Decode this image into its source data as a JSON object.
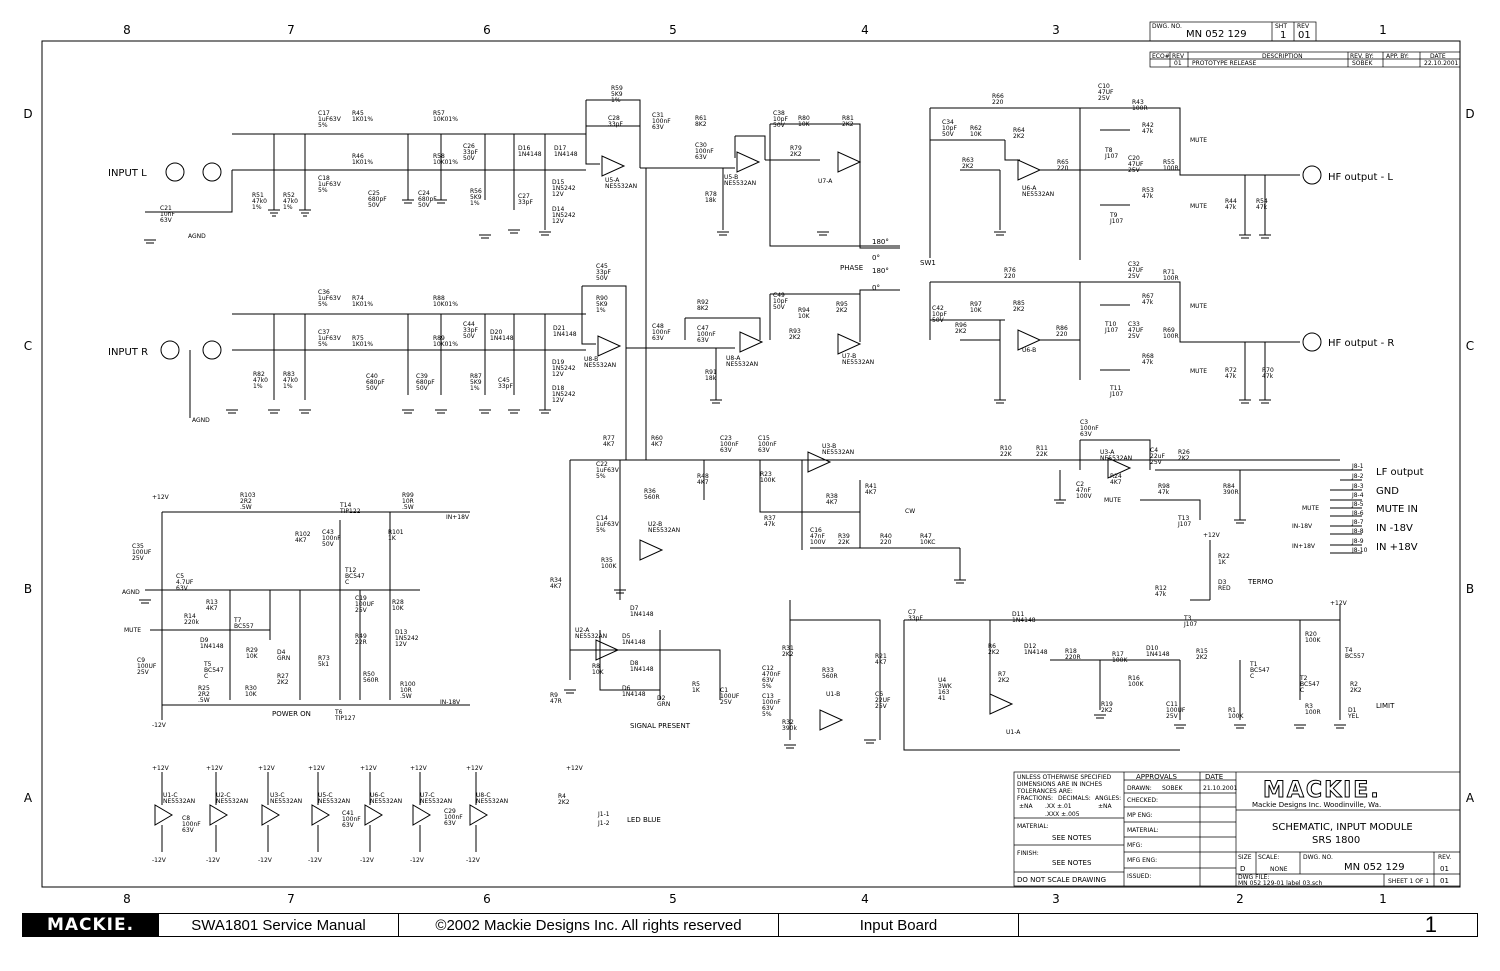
{
  "grid": {
    "columns": [
      "8",
      "7",
      "6",
      "5",
      "4",
      "3",
      "2",
      "1"
    ],
    "rows": [
      "D",
      "C",
      "B",
      "A"
    ]
  },
  "title_block_top": {
    "dwg_no_label": "DWG. NO.",
    "dwg_no": "MN 052 129",
    "sht_label": "SHT",
    "sht": "1",
    "rev_label": "REV",
    "rev": "01",
    "headers": [
      "ECO#",
      "REV",
      "DESCRIPTION",
      "REV. BY:",
      "APP. BY:",
      "DATE"
    ],
    "row": {
      "eco": "",
      "rev": "01",
      "description": "PROTOTYPE RELEASE",
      "rev_by": "SOBEK",
      "app_by": "",
      "date": "22.10.2001"
    }
  },
  "io_labels": {
    "input_l": "INPUT L",
    "input_r": "INPUT R",
    "hf_l": "HF output - L",
    "hf_r": "HF output - R",
    "lf": "LF output",
    "gnd": "GND",
    "mute_in": "MUTE IN",
    "in_m18": "IN -18V",
    "in_p18": "IN +18V",
    "phase": "PHASE",
    "sw1": "SW1",
    "termo": "TERMO",
    "limit": "LIMIT",
    "signal_present": "SIGNAL PRESENT",
    "power_on": "POWER ON",
    "led_blue": "LED BLUE",
    "agnd": "AGND",
    "mute": "MUTE",
    "cw": "CW",
    "p12": "+12V",
    "m12": "-12V",
    "in18": "IN+18V",
    "inm18": "IN-18V",
    "deg180": "180°",
    "deg0": "0°"
  },
  "connectors": {
    "j8": [
      "J8-1",
      "J8-2",
      "J8-3",
      "J8-4",
      "J8-5",
      "J8-6",
      "J8-7",
      "J8-8",
      "J8-9",
      "J8-10"
    ],
    "j1": [
      "J1-1",
      "J1-2"
    ],
    "j8_mute": "MUTE",
    "j8_m18": "IN-18V",
    "j8_p18": "IN+18V"
  },
  "components": [
    {
      "ref": "C17",
      "val": "1uF63V 5%"
    },
    {
      "ref": "R45",
      "val": "1K01%"
    },
    {
      "ref": "R57",
      "val": "10K01%"
    },
    {
      "ref": "C28",
      "val": "33pF"
    },
    {
      "ref": "R59",
      "val": "5K9 1%"
    },
    {
      "ref": "C31",
      "val": "100nF 63V"
    },
    {
      "ref": "R61",
      "val": "8K2"
    },
    {
      "ref": "C30",
      "val": "100nF 63V"
    },
    {
      "ref": "C38",
      "val": "10pF 50V"
    },
    {
      "ref": "R80",
      "val": "10K"
    },
    {
      "ref": "R81",
      "val": "2K2"
    },
    {
      "ref": "R79",
      "val": "2K2"
    },
    {
      "ref": "C18",
      "val": "1uF63V 5%"
    },
    {
      "ref": "R46",
      "val": "1K01%"
    },
    {
      "ref": "R58",
      "val": "10K01%"
    },
    {
      "ref": "C26",
      "val": "33pF 50V"
    },
    {
      "ref": "D16",
      "val": "1N4148"
    },
    {
      "ref": "D17",
      "val": "1N4148"
    },
    {
      "ref": "D15",
      "val": "1N5242 12V"
    },
    {
      "ref": "D14",
      "val": "1N5242 12V"
    },
    {
      "ref": "C27",
      "val": "33pF"
    },
    {
      "ref": "R56",
      "val": "5K9 1%"
    },
    {
      "ref": "C25",
      "val": "680pF 50V"
    },
    {
      "ref": "C24",
      "val": "680pF 50V"
    },
    {
      "ref": "R51",
      "val": "47k0 1%"
    },
    {
      "ref": "R52",
      "val": "47k0 1%"
    },
    {
      "ref": "C21",
      "val": "10nF 63V"
    },
    {
      "ref": "R78",
      "val": "18k"
    },
    {
      "ref": "U5-A",
      "val": "NE5532AN"
    },
    {
      "ref": "U5-B",
      "val": "NE5532AN"
    },
    {
      "ref": "U7-A",
      "val": ""
    },
    {
      "ref": "C36",
      "val": "1uF63V 5%"
    },
    {
      "ref": "R74",
      "val": "1K01%"
    },
    {
      "ref": "R88",
      "val": "10K01%"
    },
    {
      "ref": "C45",
      "val": "33pF 50V"
    },
    {
      "ref": "R90",
      "val": "5K9 1%"
    },
    {
      "ref": "C48",
      "val": "100nF 63V"
    },
    {
      "ref": "R92",
      "val": "8K2"
    },
    {
      "ref": "C47",
      "val": "100nF 63V"
    },
    {
      "ref": "C49",
      "val": "10pF 50V"
    },
    {
      "ref": "R94",
      "val": "10K"
    },
    {
      "ref": "R95",
      "val": "2K2"
    },
    {
      "ref": "R93",
      "val": "2K2"
    },
    {
      "ref": "C37",
      "val": "1uF63V 5%"
    },
    {
      "ref": "R75",
      "val": "1K01%"
    },
    {
      "ref": "R89",
      "val": "10K01%"
    },
    {
      "ref": "C44",
      "val": "33pF 50V"
    },
    {
      "ref": "D20",
      "val": "1N4148"
    },
    {
      "ref": "D21",
      "val": "1N4148"
    },
    {
      "ref": "D19",
      "val": "1N5242 12V"
    },
    {
      "ref": "D18",
      "val": "1N5242 12V"
    },
    {
      "ref": "C45b",
      "val": "33pF"
    },
    {
      "ref": "R87",
      "val": "5K9 1%"
    },
    {
      "ref": "C40",
      "val": "680pF 50V"
    },
    {
      "ref": "C39",
      "val": "680pF 50V"
    },
    {
      "ref": "R82",
      "val": "47k0 1%"
    },
    {
      "ref": "R83",
      "val": "47k0 1%"
    },
    {
      "ref": "R91",
      "val": "18k"
    },
    {
      "ref": "U8-B",
      "val": "NE5532AN"
    },
    {
      "ref": "U8-A",
      "val": "NE5532AN"
    },
    {
      "ref": "U7-B",
      "val": "NE5532AN"
    },
    {
      "ref": "R66",
      "val": "220"
    },
    {
      "ref": "C10",
      "val": "47UF 25V"
    },
    {
      "ref": "R43",
      "val": "100R"
    },
    {
      "ref": "C34",
      "val": "10pF 50V"
    },
    {
      "ref": "R62",
      "val": "10K"
    },
    {
      "ref": "R64",
      "val": "2K2"
    },
    {
      "ref": "R63",
      "val": "2K2"
    },
    {
      "ref": "R65",
      "val": "220"
    },
    {
      "ref": "U6-A",
      "val": "NE5532AN"
    },
    {
      "ref": "R42",
      "val": "47k"
    },
    {
      "ref": "T8",
      "val": "J107"
    },
    {
      "ref": "C20",
      "val": "47UF 25V"
    },
    {
      "ref": "R55",
      "val": "100R"
    },
    {
      "ref": "R53",
      "val": "47k"
    },
    {
      "ref": "T9",
      "val": "J107"
    },
    {
      "ref": "R44",
      "val": "47k"
    },
    {
      "ref": "R54",
      "val": "47k"
    },
    {
      "ref": "R76",
      "val": "220"
    },
    {
      "ref": "C32",
      "val": "47UF 25V"
    },
    {
      "ref": "R71",
      "val": "100R"
    },
    {
      "ref": "C42",
      "val": "10pF 50V"
    },
    {
      "ref": "R97",
      "val": "10K"
    },
    {
      "ref": "R85",
      "val": "2K2"
    },
    {
      "ref": "R96",
      "val": "2K2"
    },
    {
      "ref": "R86",
      "val": "220"
    },
    {
      "ref": "U6-B",
      "val": ""
    },
    {
      "ref": "R67",
      "val": "47k"
    },
    {
      "ref": "T10",
      "val": "J107"
    },
    {
      "ref": "C33",
      "val": "47UF 25V"
    },
    {
      "ref": "R69",
      "val": "100R"
    },
    {
      "ref": "R68",
      "val": "47k"
    },
    {
      "ref": "T11",
      "val": "J107"
    },
    {
      "ref": "R72",
      "val": "47k"
    },
    {
      "ref": "R70",
      "val": "47k"
    },
    {
      "ref": "R77",
      "val": "4K7"
    },
    {
      "ref": "R60",
      "val": "4K7"
    },
    {
      "ref": "C22",
      "val": "1uF63V 5%"
    },
    {
      "ref": "C23",
      "val": "100nF 63V"
    },
    {
      "ref": "C15",
      "val": "100nF 63V"
    },
    {
      "ref": "R48",
      "val": "4K7"
    },
    {
      "ref": "R23",
      "val": "100K"
    },
    {
      "ref": "U3-B",
      "val": "NE5532AN"
    },
    {
      "ref": "R41",
      "val": "4K7"
    },
    {
      "ref": "R36",
      "val": "560R"
    },
    {
      "ref": "C14",
      "val": "1uF63V 5%"
    },
    {
      "ref": "U2-B",
      "val": "NE5532AN"
    },
    {
      "ref": "R35",
      "val": "100K"
    },
    {
      "ref": "R38",
      "val": "4K7"
    },
    {
      "ref": "R37",
      "val": "47k"
    },
    {
      "ref": "C16",
      "val": "47nF 100V"
    },
    {
      "ref": "R39",
      "val": "22K"
    },
    {
      "ref": "R40",
      "val": "220"
    },
    {
      "ref": "R47",
      "val": "10KC"
    },
    {
      "ref": "C3",
      "val": "100nF 63V"
    },
    {
      "ref": "R10",
      "val": "22K"
    },
    {
      "ref": "R11",
      "val": "22K"
    },
    {
      "ref": "U3-A",
      "val": "NE5532AN"
    },
    {
      "ref": "C4",
      "val": "22uF 25V"
    },
    {
      "ref": "R26",
      "val": "2K2"
    },
    {
      "ref": "C2",
      "val": "47nF 100V"
    },
    {
      "ref": "R24",
      "val": "4K7"
    },
    {
      "ref": "R98",
      "val": "47k"
    },
    {
      "ref": "T13",
      "val": "J107"
    },
    {
      "ref": "R84",
      "val": "390R"
    },
    {
      "ref": "R22",
      "val": "1K"
    },
    {
      "ref": "D3",
      "val": "RED"
    },
    {
      "ref": "R12",
      "val": "47k"
    },
    {
      "ref": "T3",
      "val": "J107"
    },
    {
      "ref": "C35",
      "val": "100UF 25V"
    },
    {
      "ref": "R103",
      "val": "2R2 .5W"
    },
    {
      "ref": "T14",
      "val": "TIP122"
    },
    {
      "ref": "R99",
      "val": "10R .5W"
    },
    {
      "ref": "R102",
      "val": "4K7"
    },
    {
      "ref": "C43",
      "val": "100nF 50V"
    },
    {
      "ref": "R101",
      "val": "1K"
    },
    {
      "ref": "T12",
      "val": "BC547 C"
    },
    {
      "ref": "C5",
      "val": "4.7UF 63V"
    },
    {
      "ref": "R13",
      "val": "4K7"
    },
    {
      "ref": "R14",
      "val": "220k"
    },
    {
      "ref": "D9",
      "val": "1N4148"
    },
    {
      "ref": "T7",
      "val": "BC557"
    },
    {
      "ref": "D4",
      "val": "GRN"
    },
    {
      "ref": "R73",
      "val": "5k1"
    },
    {
      "ref": "C19",
      "val": "100UF 25V"
    },
    {
      "ref": "R28",
      "val": "10K"
    },
    {
      "ref": "R49",
      "val": "22R"
    },
    {
      "ref": "D13",
      "val": "1N5242 12V"
    },
    {
      "ref": "C9",
      "val": "100UF 25V"
    },
    {
      "ref": "T5",
      "val": "BC547 C"
    },
    {
      "ref": "R29",
      "val": "10K"
    },
    {
      "ref": "R27",
      "val": "2K2"
    },
    {
      "ref": "R30",
      "val": "10K"
    },
    {
      "ref": "R50",
      "val": "560R"
    },
    {
      "ref": "R25",
      "val": "2R2 .5W"
    },
    {
      "ref": "T6",
      "val": "TIP127"
    },
    {
      "ref": "R100",
      "val": "10R .5W"
    },
    {
      "ref": "R34",
      "val": "4K7"
    },
    {
      "ref": "U2-A",
      "val": "NE5532AN"
    },
    {
      "ref": "D7",
      "val": "1N4148"
    },
    {
      "ref": "D5",
      "val": "1N4148"
    },
    {
      "ref": "D8",
      "val": "1N4148"
    },
    {
      "ref": "D6",
      "val": "1N4148"
    },
    {
      "ref": "R8",
      "val": "10K"
    },
    {
      "ref": "D2",
      "val": "GRN"
    },
    {
      "ref": "R5",
      "val": "1K"
    },
    {
      "ref": "C1",
      "val": "100UF 25V"
    },
    {
      "ref": "R9",
      "val": "47R"
    },
    {
      "ref": "R31",
      "val": "2K2"
    },
    {
      "ref": "C12",
      "val": "470nF 63V 5%"
    },
    {
      "ref": "C13",
      "val": "100nF 63V 5%"
    },
    {
      "ref": "R33",
      "val": "560R"
    },
    {
      "ref": "U1-B",
      "val": ""
    },
    {
      "ref": "R32",
      "val": "390k"
    },
    {
      "ref": "R21",
      "val": "4K7"
    },
    {
      "ref": "C6",
      "val": "22UF 25V"
    },
    {
      "ref": "C7",
      "val": "33pF"
    },
    {
      "ref": "U4",
      "val": "3WK 163 41"
    },
    {
      "ref": "R6",
      "val": "2K2"
    },
    {
      "ref": "R7",
      "val": "2K2"
    },
    {
      "ref": "U1-A",
      "val": ""
    },
    {
      "ref": "D11",
      "val": "1N4148"
    },
    {
      "ref": "D12",
      "val": "1N4148"
    },
    {
      "ref": "R18",
      "val": "220R"
    },
    {
      "ref": "R17",
      "val": "100K"
    },
    {
      "ref": "D10",
      "val": "1N4148"
    },
    {
      "ref": "R16",
      "val": "100K"
    },
    {
      "ref": "R19",
      "val": "2K2"
    },
    {
      "ref": "C11",
      "val": "100UF 25V"
    },
    {
      "ref": "R15",
      "val": "2K2"
    },
    {
      "ref": "T1",
      "val": "BC547 C"
    },
    {
      "ref": "T2",
      "val": "BC547 C"
    },
    {
      "ref": "R1",
      "val": "100K"
    },
    {
      "ref": "R3",
      "val": "100R"
    },
    {
      "ref": "R20",
      "val": "100K"
    },
    {
      "ref": "T4",
      "val": "BC557"
    },
    {
      "ref": "R2",
      "val": "2K2"
    },
    {
      "ref": "D1",
      "val": "YEL"
    },
    {
      "ref": "R4",
      "val": "2K2"
    },
    {
      "ref": "U1-C",
      "val": "NE5532AN"
    },
    {
      "ref": "C8",
      "val": "100nF 63V"
    },
    {
      "ref": "U2-C",
      "val": "NE5532AN"
    },
    {
      "ref": "U3-C",
      "val": "NE5532AN"
    },
    {
      "ref": "U5-C",
      "val": "NE5532AN"
    },
    {
      "ref": "C41",
      "val": "100nF 63V"
    },
    {
      "ref": "U6-C",
      "val": "NE5532AN"
    },
    {
      "ref": "U7-C",
      "val": "NE5532AN"
    },
    {
      "ref": "C29",
      "val": "100nF 63V"
    },
    {
      "ref": "U8-C",
      "val": "NE5532AN"
    }
  ],
  "approvals": {
    "notes": [
      "UNLESS OTHERWISE SPECIFIED",
      "DIMENSIONS ARE IN INCHES",
      "TOLERANCES ARE:"
    ],
    "frac_label": "FRACTIONS:",
    "dec_label": "DECIMALS:",
    "ang_label": "ANGLES:",
    "tol_frac": "±NA",
    "tol_dec": ".XX ±.01",
    "tol_ang": "±NA",
    "tol_dec2": ".XXX ±.005",
    "material_label": "MATERIAL:",
    "material": "SEE NOTES",
    "finish_label": "FINISH:",
    "finish": "SEE NOTES",
    "dns": "DO NOT SCALE DRAWING",
    "head_approvals": "APPROVALS",
    "head_date": "DATE",
    "drawn_label": "DRAWN:",
    "drawn": "SOBEK",
    "drawn_date": "21.10.2001",
    "rows": [
      "CHECKED:",
      "MP ENG:",
      "MATERIAL:",
      "MFG:",
      "MFG ENG:",
      "ISSUED:"
    ]
  },
  "title_block": {
    "logo": "MACKIE.",
    "company": "Mackie Designs Inc.  Woodinville, Wa.",
    "title1": "SCHEMATIC, INPUT MODULE",
    "title2": "SRS 1800",
    "size_label": "SIZE",
    "size": "D",
    "scale_label": "SCALE:",
    "scale": "NONE",
    "dwgno_label": "DWG. NO.",
    "dwgno": "MN 052 129",
    "rev_label": "REV.",
    "rev": "01",
    "file_label": "DWG FILE:",
    "file": "MN 052 129-01 label 03.sch",
    "sheet": "SHEET   1  OF  1"
  },
  "footer": {
    "logo": "MACKIE.",
    "manual": "SWA1801 Service Manual",
    "copyright": "©2002 Mackie Designs Inc. All rights reserved",
    "board": "Input Board",
    "page": "1"
  }
}
